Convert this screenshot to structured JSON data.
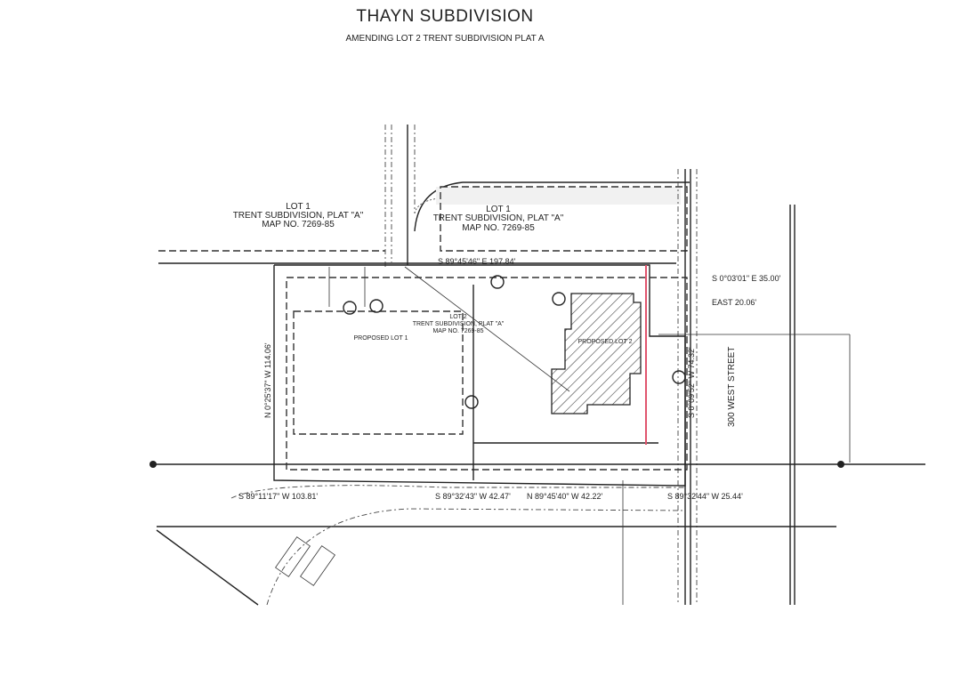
{
  "header": {
    "title": "THAYN SUBDIVISION",
    "subtitle": "AMENDING LOT 2 TRENT SUBDIVISION PLAT A"
  },
  "lots": {
    "lot1_west": {
      "line1": "LOT 1",
      "line2": "TRENT SUBDIVISION, PLAT \"A\"",
      "line3": "MAP NO. 7269-85"
    },
    "lot1_north": {
      "line1": "LOT 1",
      "line2": "TRENT SUBDIVISION, PLAT \"A\"",
      "line3": "MAP NO. 7269-85"
    },
    "lot2": {
      "line1": "LOT 2",
      "line2": "TRENT SUBDIVISION, PLAT \"A\"",
      "line3": "MAP NO. 7269-85"
    },
    "proposed_lot1": "PROPOSED LOT 1",
    "proposed_lot2": "PROPOSED LOT 2"
  },
  "street": {
    "name": "300 WEST STREET"
  },
  "bearings": {
    "north": "S 89°45'46\" E  197.84'",
    "east_top": "S 0°03'01\" E  35.00'",
    "east_jog": "EAST  20.06'",
    "west": "N 0°25'37\" W  114.06'",
    "east_side": "S 0°09'52\" W  74.32'",
    "south1": "S 89°11'17\" W  103.81'",
    "south2": "S 89°32'43\" W  42.47'",
    "south3": "N 89°45'40\" W  42.22'",
    "south4": "S 89°32'44\" W  25.44'"
  }
}
